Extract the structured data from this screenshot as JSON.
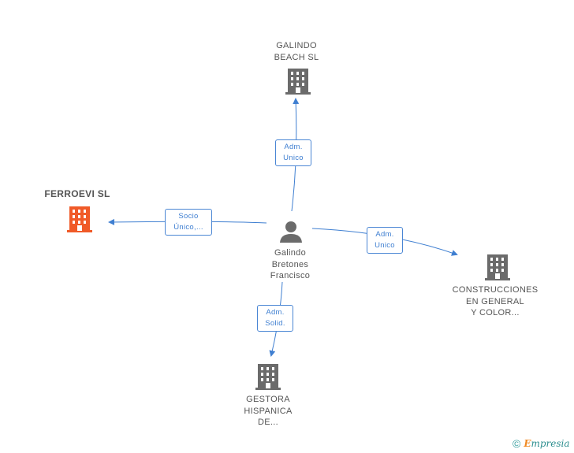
{
  "colors": {
    "edge": "#3f7fd1",
    "building": "#6b6b6b",
    "focus_building": "#f05a28",
    "person": "#6b6b6b"
  },
  "nodes": {
    "center": {
      "label": "Galindo\nBretones\nFrancisco",
      "icon": "person-icon"
    },
    "galindo_beach": {
      "label": "GALINDO\nBEACH  SL",
      "icon": "building-icon"
    },
    "ferroevi": {
      "label": "FERROEVI SL",
      "icon": "building-icon"
    },
    "construcciones": {
      "label": "CONSTRUCCIONES\nEN GENERAL\nY COLOR...",
      "icon": "building-icon"
    },
    "gestora": {
      "label": "GESTORA\nHISPANICA\nDE...",
      "icon": "building-icon"
    }
  },
  "edges": {
    "to_galindo_beach": {
      "label": "Adm.\nUnico"
    },
    "to_ferroevi": {
      "label": "Socio\nÚnico,..."
    },
    "to_construcciones": {
      "label": "Adm.\nUnico"
    },
    "to_gestora": {
      "label": "Adm.\nSolid."
    }
  },
  "footer": {
    "copyright_symbol": "©",
    "brand_first": "E",
    "brand_rest": "mpresia"
  }
}
